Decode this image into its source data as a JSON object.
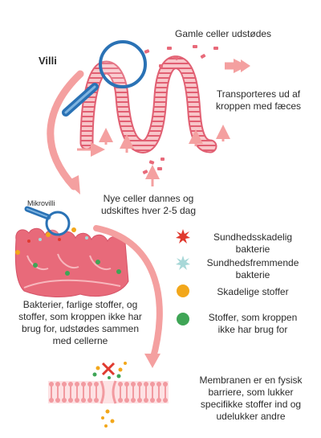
{
  "labels": {
    "villi": "Villi",
    "old_cells": "Gamle celler udstødes",
    "transport": [
      "Transporteres ud af",
      "kroppen med fæces"
    ],
    "new_cells": [
      "Nye celler dannes og",
      "udskiftes hver 2-5 dag"
    ],
    "microvilli": "Mikrovilli",
    "expelled": [
      "Bakterier, farlige stoffer, og",
      "stoffer, som kroppen ikke har",
      "brug for, udstødes sammen",
      "med cellerne"
    ],
    "membrane": [
      "Membranen er en fysisk",
      "barriere, som lukker",
      "specifikke stoffer ind og",
      "udelukker andre"
    ]
  },
  "legend": [
    {
      "lines": [
        "Sundhedsskadelig",
        "bakterie"
      ],
      "icon": "harmful-bacteria-icon",
      "color": "#e03a2f"
    },
    {
      "lines": [
        "Sundhedsfremmende",
        "bakterie"
      ],
      "icon": "beneficial-bacteria-icon",
      "color": "#a8d8d8"
    },
    {
      "lines": [
        "Skadelige stoffer"
      ],
      "icon": "harmful-substance-icon",
      "color": "#f2a71b"
    },
    {
      "lines": [
        "Stoffer, som kroppen",
        "ikke har brug for"
      ],
      "icon": "unneeded-substance-icon",
      "color": "#3fa556"
    }
  ],
  "colors": {
    "tissue": "#e86a7a",
    "tissue_light": "#f7b7bd",
    "arrow": "#f4a0a0",
    "lens": "#2a72b5",
    "membrane": "#f29aa0"
  }
}
